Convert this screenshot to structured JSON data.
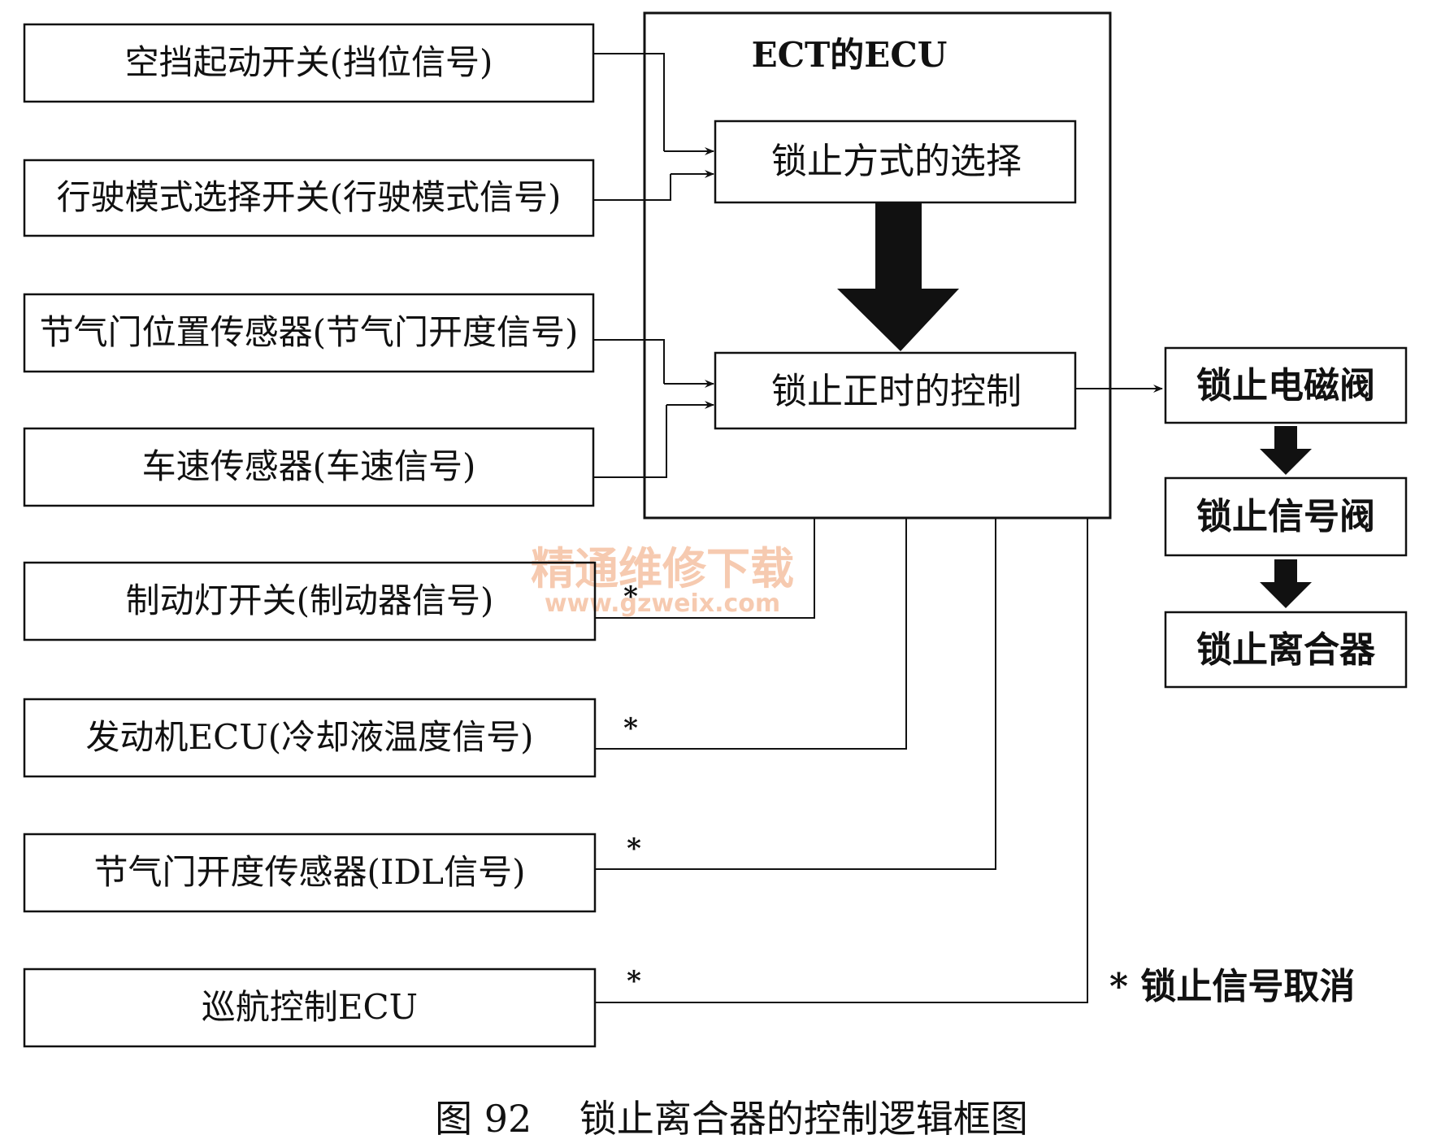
{
  "ecu": {
    "title": "ECT的ECU",
    "selection_label": "锁止方式的选择",
    "timing_label": "锁止正时的控制"
  },
  "inputs": [
    "空挡起动开关(挡位信号)",
    "行驶模式选择开关(行驶模式信号)",
    "节气门位置传感器(节气门开度信号)",
    "车速传感器(车速信号)",
    "制动灯开关(制动器信号)",
    "发动机ECU(冷却液温度信号)",
    "节气门开度传感器(IDL信号)",
    "巡航控制ECU"
  ],
  "cancel_marker": "*",
  "outputs": [
    "锁止电磁阀",
    "锁止信号阀",
    "锁止离合器"
  ],
  "legend": "* 锁止信号取消",
  "caption": "图 92    锁止离合器的控制逻辑框图",
  "watermark": {
    "title": "精通维修下载",
    "url": "www.gzweix.com",
    "color": "#f0a070"
  },
  "colors": {
    "line": "#111111",
    "background": "#ffffff"
  }
}
